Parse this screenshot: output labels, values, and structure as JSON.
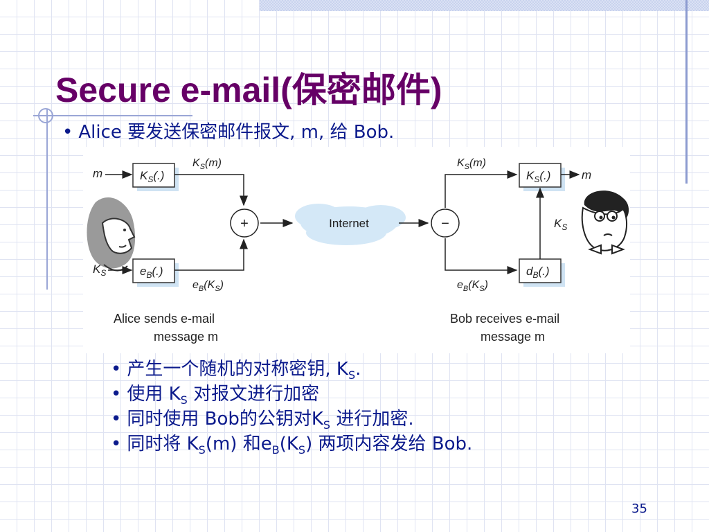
{
  "slide": {
    "title": "Secure e-mail(保密邮件)",
    "intro_bullet": "•",
    "intro": "Alice 要发送保密邮件报文, m, 给 Bob.",
    "page_number": "35"
  },
  "diagram": {
    "m_in": "m",
    "ks_in": "K",
    "ks_box": "K",
    "ks_box_arg": "(.)",
    "eb_box": "e",
    "eb_box_arg": "(.)",
    "ks_m_top_left": "K",
    "ks_m_top_left_arg": "(m)",
    "eb_ks_bottom_left": "e",
    "eb_ks_bottom_left_arg": "(K",
    "plus": "+",
    "internet": "Internet",
    "minus": "−",
    "ks_m_top_right": "K",
    "ks_m_top_right_arg": "(m)",
    "eb_ks_bottom_right": "e",
    "eb_ks_bottom_right_arg": "(K",
    "ks_out_box": "K",
    "ks_out_box_arg": "(.)",
    "db_box": "d",
    "db_box_arg": "(.)",
    "ks_vertical": "K",
    "m_out": "m",
    "alice_caption_line1": "Alice sends e-mail",
    "alice_caption_line2": "message m",
    "bob_caption_line1": "Bob receives e-mail",
    "bob_caption_line2": "message m"
  },
  "steps": [
    {
      "bullet": "•",
      "t1": "产生一个随机的对称密钥, K",
      "s1": "S",
      "t2": "."
    },
    {
      "bullet": "•",
      "t1": "使用 K",
      "s1": "S",
      "t2": "  对报文进行加密"
    },
    {
      "bullet": "•",
      "t1": "同时使用 Bob的公钥对K",
      "s1": "S",
      "t2": " 进行加密."
    },
    {
      "bullet": "•",
      "t1": "同时将 K",
      "s1": "S",
      "t2": "(m) 和e",
      "s2": "B",
      "t3": "(K",
      "s3": "S",
      "t4": ") 两项内容发给 Bob."
    }
  ],
  "colors": {
    "title": "#660066",
    "body_text": "#0b1a8c",
    "internet_cloud": "#d4e8f7"
  }
}
